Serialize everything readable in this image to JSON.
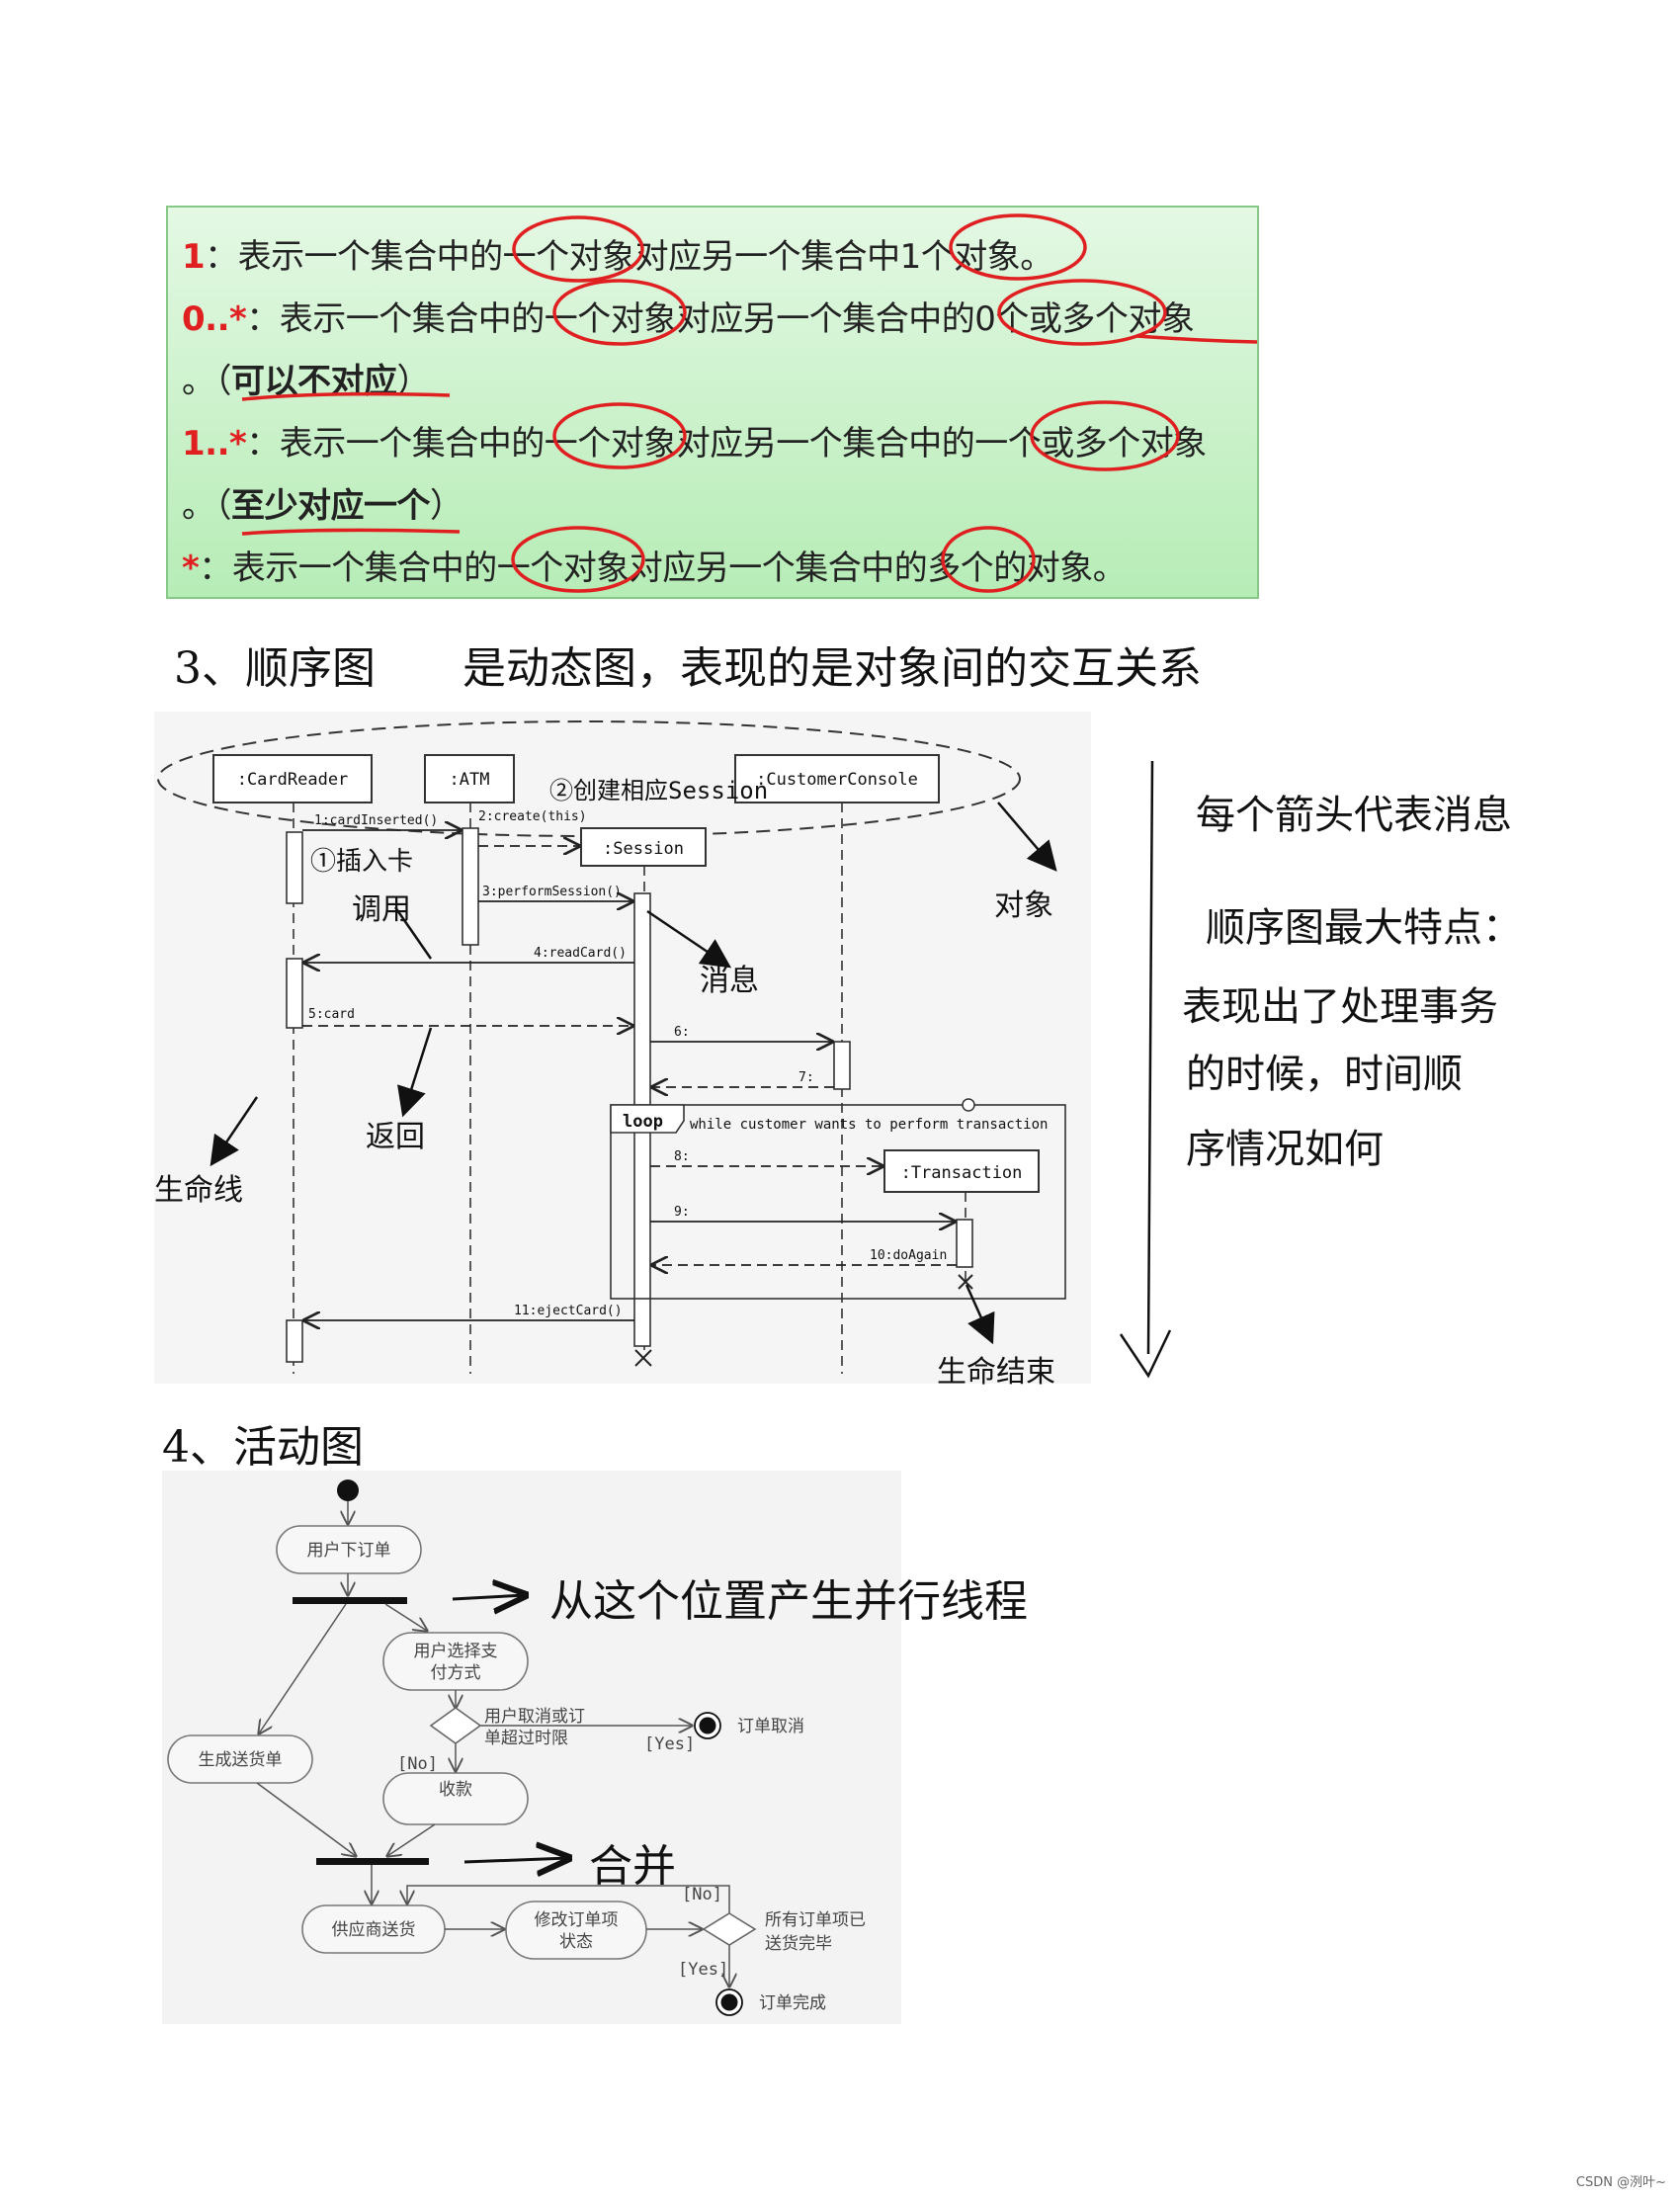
{
  "multiplicity": {
    "lines": [
      {
        "key": "1",
        "sep": "：",
        "text": "表示一个集合中的一个对象对应另一个集合中1个对象。"
      },
      {
        "key": "0..*",
        "sep": "：",
        "text": "表示一个集合中的一个对象对应另一个集合中的0个或多个对象"
      },
      {
        "key": "",
        "sep": "",
        "text": "。（",
        "bold": "可以不对应",
        "end": "）"
      },
      {
        "key": "1..*",
        "sep": "：",
        "text": "表示一个集合中的一个对象对应另一个集合中的一个或多个对象"
      },
      {
        "key": "",
        "sep": "",
        "text": "。（",
        "bold": "至少对应一个",
        "end": "）"
      },
      {
        "key": "*",
        "sep": "：",
        "text": "表示一个集合中的一个对象对应另一个集合中的多个的对象。"
      }
    ]
  },
  "sequence": {
    "heading": "3、顺序图",
    "heading_note": "是动态图，表现的是对象间的交互关系",
    "objects": [
      ":CardReader",
      ":ATM",
      ":CustomerConsole",
      ":Session",
      ":Transaction"
    ],
    "messages": [
      "1:cardInserted()",
      "2:create(this)",
      "3:performSession()",
      "4:readCard()",
      "5:card",
      "6:",
      "7:",
      "8:",
      "9:",
      "10:doAgain",
      "11:ejectCard()"
    ],
    "loop_label": "loop",
    "loop_guard": "while customer wants to perform transaction",
    "annotations": {
      "insert_card": "①插入卡",
      "create_session": "②创建相应Session",
      "call": "调用",
      "message": "消息",
      "return": "返回",
      "lifeline": "生命线",
      "object": "对象",
      "end_of_life": "生命结束"
    },
    "side_notes": [
      "每个箭头代表消息",
      "顺序图最大特点：",
      "表现出了处理事务",
      "的时候，时间顺",
      "序情况如何"
    ]
  },
  "activity": {
    "heading": "4、活动图",
    "nodes": {
      "place_order": "用户下订单",
      "choose_payment_1": "用户选择支",
      "choose_payment_2": "付方式",
      "cancel_cond_1": "用户取消或订",
      "cancel_cond_2": "单超过时限",
      "yes1": "[Yes]",
      "order_cancelled": "订单取消",
      "no1": "[No]",
      "collect": "收款",
      "gen_delivery": "生成送货单",
      "supplier_ship": "供应商送货",
      "modify_status_1": "修改订单项",
      "modify_status_2": "状态",
      "no2": "[No]",
      "all_shipped_1": "所有订单项已",
      "all_shipped_2": "送货完毕",
      "yes2": "[Yes]",
      "order_done": "订单完成"
    },
    "notes": {
      "fork": "从这个位置产生并行线程",
      "join": "合并"
    }
  },
  "watermark": "CSDN @洌叶~"
}
